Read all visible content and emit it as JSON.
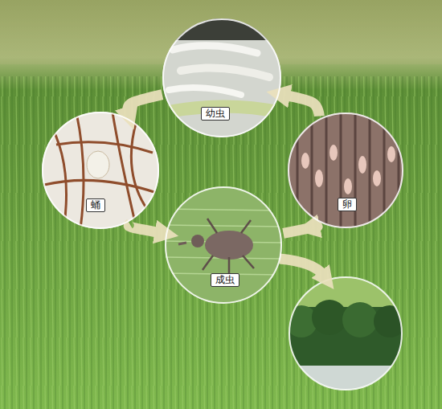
{
  "diagram": {
    "nodes": [
      {
        "text": [
          "幼虫"
        ]
      },
      {
        "text": [
          "蛹"
        ]
      },
      {
        "text": [
          "卵"
        ]
      },
      {
        "text": [
          "成虫"
        ]
      }
    ],
    "edges": [
      {
        "from": 3,
        "to": 2,
        "arrow": "to"
      },
      {
        "from": 2,
        "to": 0,
        "arrow": "to"
      },
      {
        "from": 0,
        "to": 1,
        "arrow": "to"
      },
      {
        "from": 1,
        "to": 3,
        "arrow": "to"
      }
    ]
  }
}
